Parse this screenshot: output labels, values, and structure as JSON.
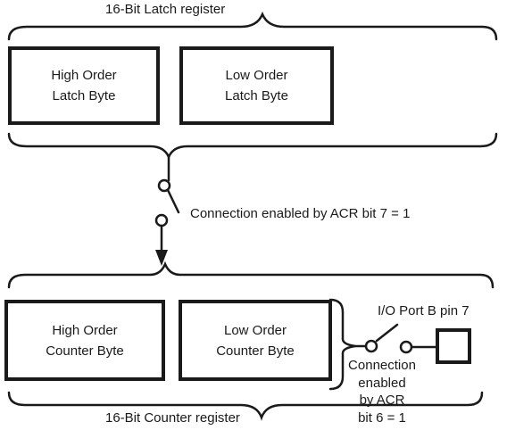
{
  "latch_register": {
    "title": "16-Bit Latch register",
    "high_byte": [
      "High Order",
      "Latch Byte"
    ],
    "low_byte": [
      "Low Order",
      "Latch Byte"
    ]
  },
  "counter_register": {
    "title": "16-Bit Counter register",
    "high_byte": [
      "High Order",
      "Counter Byte"
    ],
    "low_byte": [
      "Low Order",
      "Counter Byte"
    ]
  },
  "latch_to_counter_switch": {
    "label": "Connection enabled by ACR bit 7 = 1"
  },
  "port_b_switch": {
    "port_label": "I/O Port B pin 7",
    "label_lines": [
      "Connection",
      "enabled",
      "by ACR",
      "bit 6 = 1"
    ]
  }
}
